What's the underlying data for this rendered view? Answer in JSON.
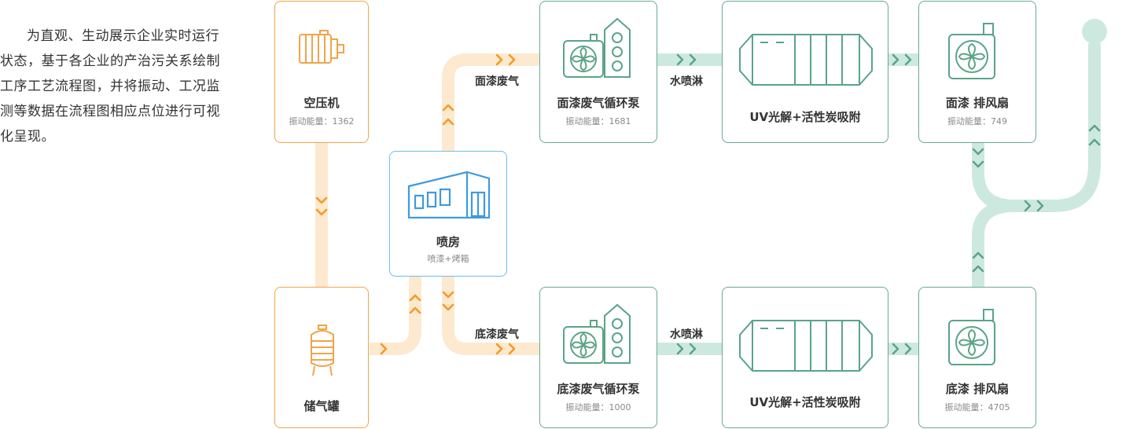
{
  "description": "为直观、生动展示企业实时运行状态，基于各企业的产治污关系绘制工序工艺流程图，并将振动、工况监测等数据在流程图相应点位进行可视化呈现。",
  "nodes": {
    "compressor": {
      "title": "空压机",
      "metric_label": "振动能量：",
      "metric_value": "1362"
    },
    "tank": {
      "title": "储气罐"
    },
    "booth": {
      "title": "喷房",
      "subtitle": "喷漆+烤箱"
    },
    "top_pump": {
      "title": "面漆废气循环泵",
      "metric_label": "振动能量：",
      "metric_value": "1681"
    },
    "top_uv": {
      "title": "UV光解+活性炭吸附"
    },
    "top_fan": {
      "title": "面漆 排风扇",
      "metric_label": "振动能量：",
      "metric_value": "749"
    },
    "bottom_pump": {
      "title": "底漆废气循环泵",
      "metric_label": "振动能量：",
      "metric_value": "1000"
    },
    "bottom_uv": {
      "title": "UV光解+活性炭吸附"
    },
    "bottom_fan": {
      "title": "底漆 排风扇",
      "metric_label": "振动能量：",
      "metric_value": "4705"
    }
  },
  "flow_labels": {
    "top_exhaust": "面漆废气",
    "bottom_exhaust": "底漆废气",
    "top_water": "水喷淋",
    "bottom_water": "水喷淋"
  },
  "colors": {
    "orange": "#f0a44a",
    "orange_pipe": "#fde9d0",
    "orange_arrow": "#f59a23",
    "green": "#6aa98f",
    "green_pipe": "#cde9df",
    "green_arrow": "#5aa487",
    "blue": "#6fbdf0",
    "blue_icon": "#3f9ae0"
  },
  "icons": {
    "compressor": "motor-icon",
    "tank": "tank-icon",
    "booth": "spray-booth-icon",
    "pump": "fan-pump-icon",
    "uv": "uv-filter-icon",
    "fan": "exhaust-fan-icon"
  }
}
